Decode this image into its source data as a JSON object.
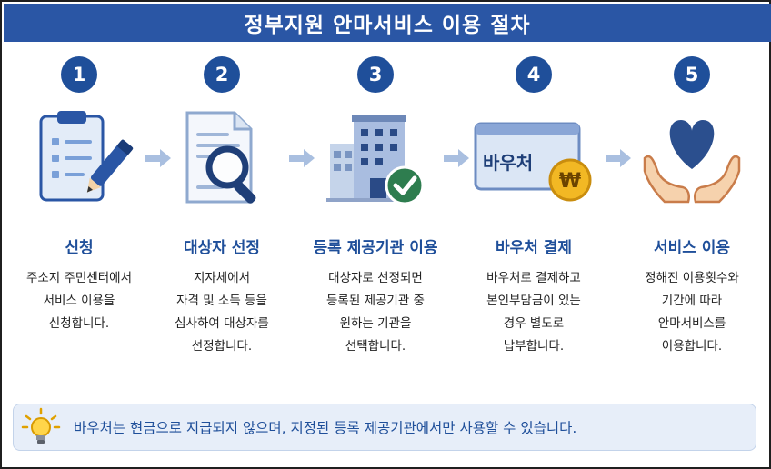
{
  "title": "정부지원 안마서비스 이용 절차",
  "steps": [
    {
      "number": "1",
      "title": "신청",
      "icon": "clipboard-pen-icon",
      "lines": [
        "주소지 주민센터에서",
        "서비스 이용을",
        "신청합니다."
      ]
    },
    {
      "number": "2",
      "title": "대상자 선정",
      "icon": "document-magnifier-icon",
      "lines": [
        "지자체에서",
        "자격 및 소득 등을",
        "심사하여 대상자를",
        "선정합니다."
      ]
    },
    {
      "number": "3",
      "title": "등록 제공기관 이용",
      "icon": "building-check-icon",
      "lines": [
        "대상자로 선정되면",
        "등록된 제공기관 중",
        "원하는 기관을",
        "선택합니다."
      ]
    },
    {
      "number": "4",
      "title": "바우처 결제",
      "icon": "voucher-card-icon",
      "card_label": "바우처",
      "coin_symbol": "₩",
      "lines": [
        "바우처로 결제하고",
        "본인부담금이 있는",
        "경우 별도로",
        "납부합니다."
      ]
    },
    {
      "number": "5",
      "title": "서비스 이용",
      "icon": "hands-heart-icon",
      "lines": [
        "정해진 이용횟수와",
        "기간에 따라",
        "안마서비스를",
        "이용합니다."
      ]
    }
  ],
  "notice": {
    "icon": "lightbulb-icon",
    "text": "바우처는 현금으로 지급되지 않으며, 지정된 등록 제공기관에서만 사용할 수 있습니다."
  },
  "colors": {
    "header_bg": "#2a56a5",
    "accent": "#1f4f9a",
    "notice_bg": "#e7eef9",
    "heart": "#2b4f8e",
    "check": "#2e7d4f",
    "coin": "#f2b824"
  }
}
